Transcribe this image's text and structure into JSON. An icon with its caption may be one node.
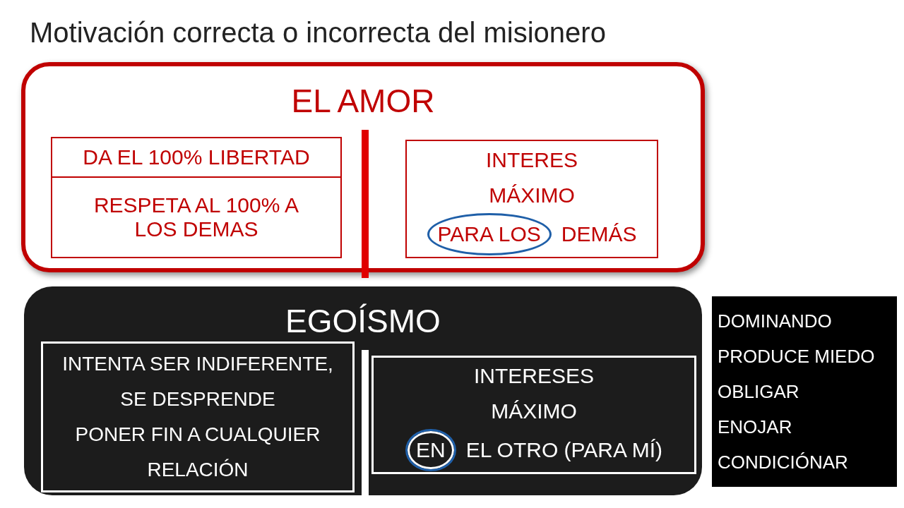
{
  "diagram": {
    "title": "Motivación correcta o incorrecta del misionero",
    "nodes": [
      {
        "text": [
          "EL AMOR"
        ]
      },
      {
        "text": [
          "DA EL 100% LIBERTAD"
        ],
        "in": 0
      },
      {
        "text": [
          "RESPETA AL 100% A LOS DEMAS"
        ],
        "in": 0
      },
      {
        "text": [
          "INTERES MÁXIMO",
          "DEMÁS"
        ],
        "in": 0
      },
      {
        "text": [
          "PARA LOS"
        ],
        "in": 3
      },
      {
        "text": [
          "EGOÍSMO"
        ]
      },
      {
        "text": [
          "INTENTA SER INDIFERENTE, SE DESPRENDE",
          "PONER FIN A CUALQUIER RELACIÓN"
        ],
        "in": 5
      },
      {
        "text": [
          "INTERESES MÁXIMO",
          "EL OTRO (PARA MÍ)"
        ],
        "in": 5
      },
      {
        "text": [
          "EN"
        ],
        "in": 7
      },
      {
        "text": [
          "DOMINANDO",
          "PRODUCE MIEDO",
          "OBLIGAR",
          "ENOJAR",
          "CONDICIÓNAR"
        ]
      }
    ]
  }
}
